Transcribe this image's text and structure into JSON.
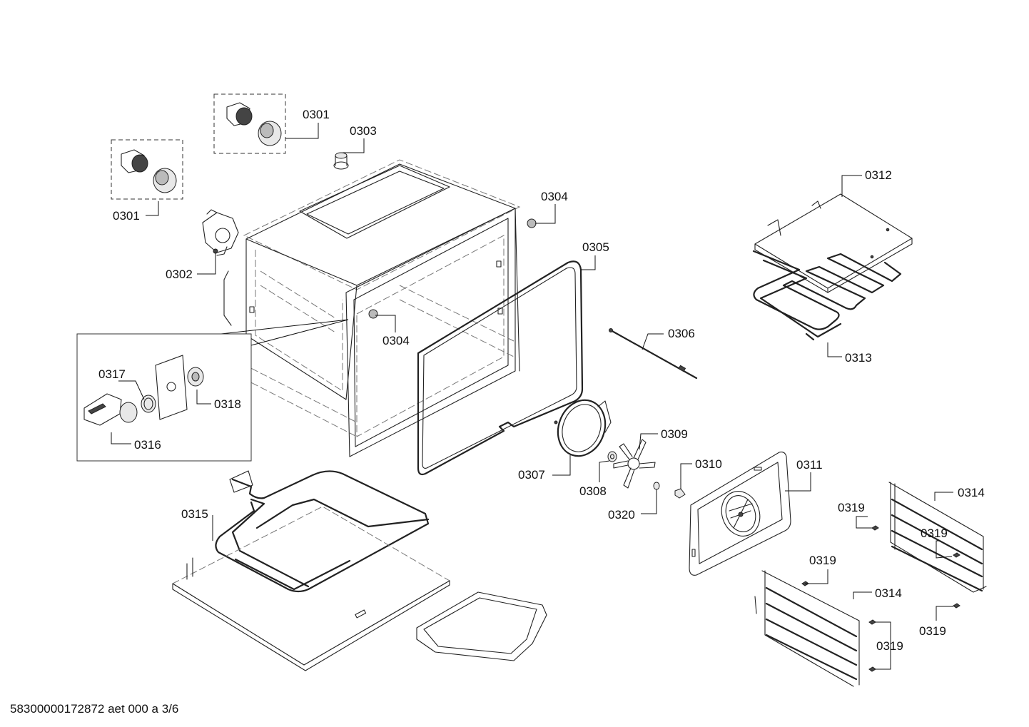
{
  "diagram": {
    "part_labels": {
      "p0301_top": "0301",
      "p0301_left": "0301",
      "p0302": "0302",
      "p0303": "0303",
      "p0304_right": "0304",
      "p0304_front": "0304",
      "p0305": "0305",
      "p0306": "0306",
      "p0307": "0307",
      "p0308": "0308",
      "p0309": "0309",
      "p0310": "0310",
      "p0311": "0311",
      "p0312": "0312",
      "p0313": "0313",
      "p0314_right": "0314",
      "p0314_left": "0314",
      "p0315": "0315",
      "p0316": "0316",
      "p0317": "0317",
      "p0318": "0318",
      "p0319_a": "0319",
      "p0319_b": "0319",
      "p0319_c": "0319",
      "p0319_d": "0319",
      "p0319_e": "0319",
      "p0320": "0320"
    },
    "footer": "58300000172872 aet 000 a 3/6"
  }
}
